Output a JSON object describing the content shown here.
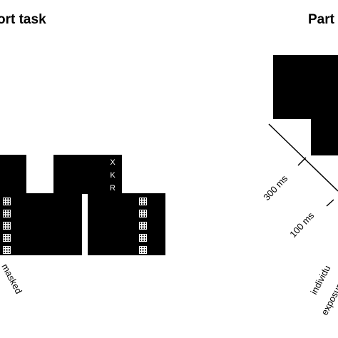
{
  "titles": {
    "left": "ort task",
    "right": "Part"
  },
  "letters": [
    "X",
    "K",
    "R"
  ],
  "labels": {
    "masked": "masked",
    "t300": "300 ms",
    "t100": "100 ms",
    "individual": "individu",
    "exposure": "exposure"
  },
  "colors": {
    "screen": "#000000",
    "background": "#ffffff",
    "mask_cell_fill": "#ffffff"
  }
}
